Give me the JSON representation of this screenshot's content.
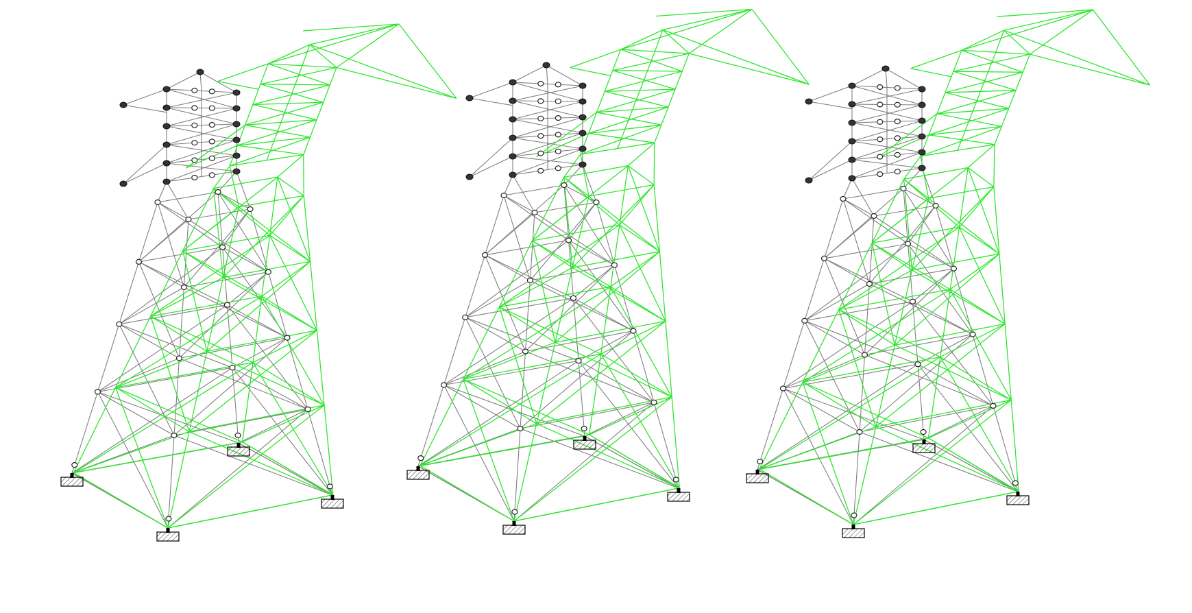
{
  "figure": {
    "panel_count": 3,
    "panels": [
      "undeformed-vs-deformed-1",
      "undeformed-vs-deformed-2",
      "undeformed-vs-deformed-3"
    ],
    "colors": {
      "background": "#ffffff",
      "undeformed_members": "#7f7f7f",
      "deformed_members": "#2ee62e",
      "nodes": "#222222",
      "supports": "#000000"
    },
    "icons": {
      "support": "hatched-fixed-support-icon",
      "node": "node-circle-icon"
    }
  }
}
